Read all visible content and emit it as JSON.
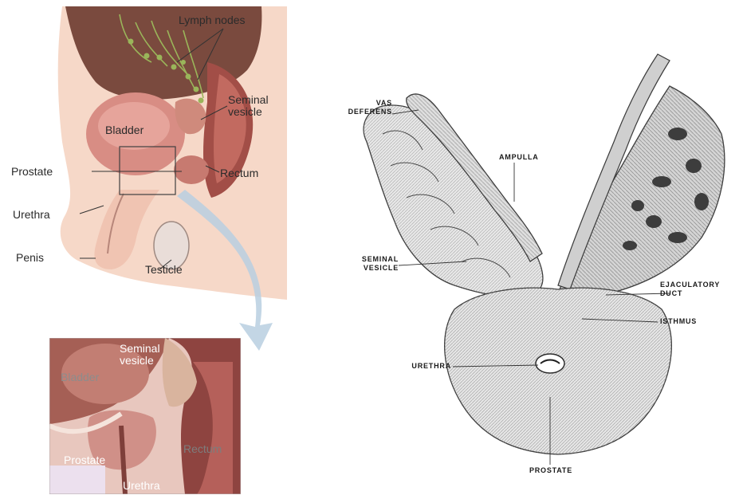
{
  "top_left": {
    "labels": {
      "lymph_nodes": "Lymph nodes",
      "seminal_vesicle": "Seminal\nvesicle",
      "bladder": "Bladder",
      "prostate": "Prostate",
      "rectum": "Rectum",
      "urethra": "Urethra",
      "penis": "Penis",
      "testicle": "Testicle"
    }
  },
  "bottom_left": {
    "labels": {
      "seminal_vesicle": "Seminal\nvesicle",
      "bladder": "Bladder",
      "prostate": "Prostate",
      "rectum": "Rectum",
      "urethra": "Urethra"
    }
  },
  "right": {
    "labels": {
      "vas_deferens": "VAS\nDEFERENS",
      "ampulla": "AMPULLA",
      "seminal_vesicle": "SEMINAL\nVESICLE",
      "ejaculatory_duct": "EJACULATORY\nDUCT",
      "isthmus": "ISTHMUS",
      "urethra": "URETHRA",
      "prostate": "PROSTATE"
    }
  },
  "colors": {
    "skin": "#f6d8c8",
    "tissue_pink": "#e7a39b",
    "muscle_red": "#c97a6f",
    "rectum_red": "#9b4a45",
    "lymph_green": "#9ab55a",
    "engraving_gray": "#7d7d7d",
    "arrow_blue": "#b8cfe0"
  }
}
